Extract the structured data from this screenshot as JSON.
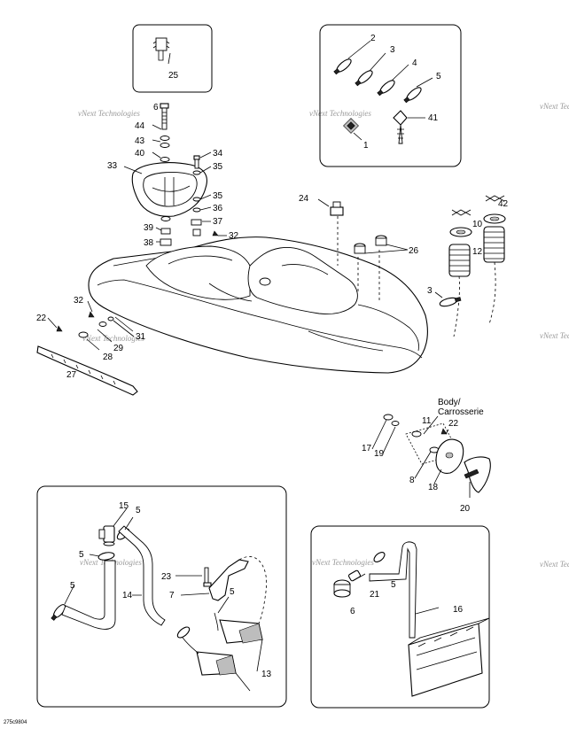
{
  "callouts": {
    "c1": "1",
    "c2": "2",
    "c3": "3",
    "c4": "4",
    "c5": "5",
    "c41": "41",
    "c25": "25",
    "c6": "6",
    "c44": "44",
    "c43": "43",
    "c40": "40",
    "c34": "34",
    "c35a": "35",
    "c33": "33",
    "c35b": "35",
    "c36": "36",
    "c37": "37",
    "c39": "39",
    "c38": "38",
    "c32a": "32",
    "c24": "24",
    "c26": "26",
    "c42": "42",
    "c10": "10",
    "c12": "12",
    "c3b": "3",
    "c32b": "32",
    "c22a": "22",
    "c31": "31",
    "c28": "28",
    "c29": "29",
    "c27": "27",
    "c11": "11",
    "c22b": "22",
    "c17": "17",
    "c19": "19",
    "c8": "8",
    "c18": "18",
    "c20": "20",
    "c15": "15",
    "c5b": "5",
    "c5c": "5",
    "c5d": "5",
    "c23": "23",
    "c7": "7",
    "c5e": "5",
    "c14": "14",
    "c13": "13",
    "c5f": "5",
    "c21": "21",
    "c6b": "6",
    "c16": "16"
  },
  "body_caption_line1": "Body/",
  "body_caption_line2": "Carrosserie",
  "watermark_text": "vNext Technologies",
  "drawing_code": "275c9804"
}
